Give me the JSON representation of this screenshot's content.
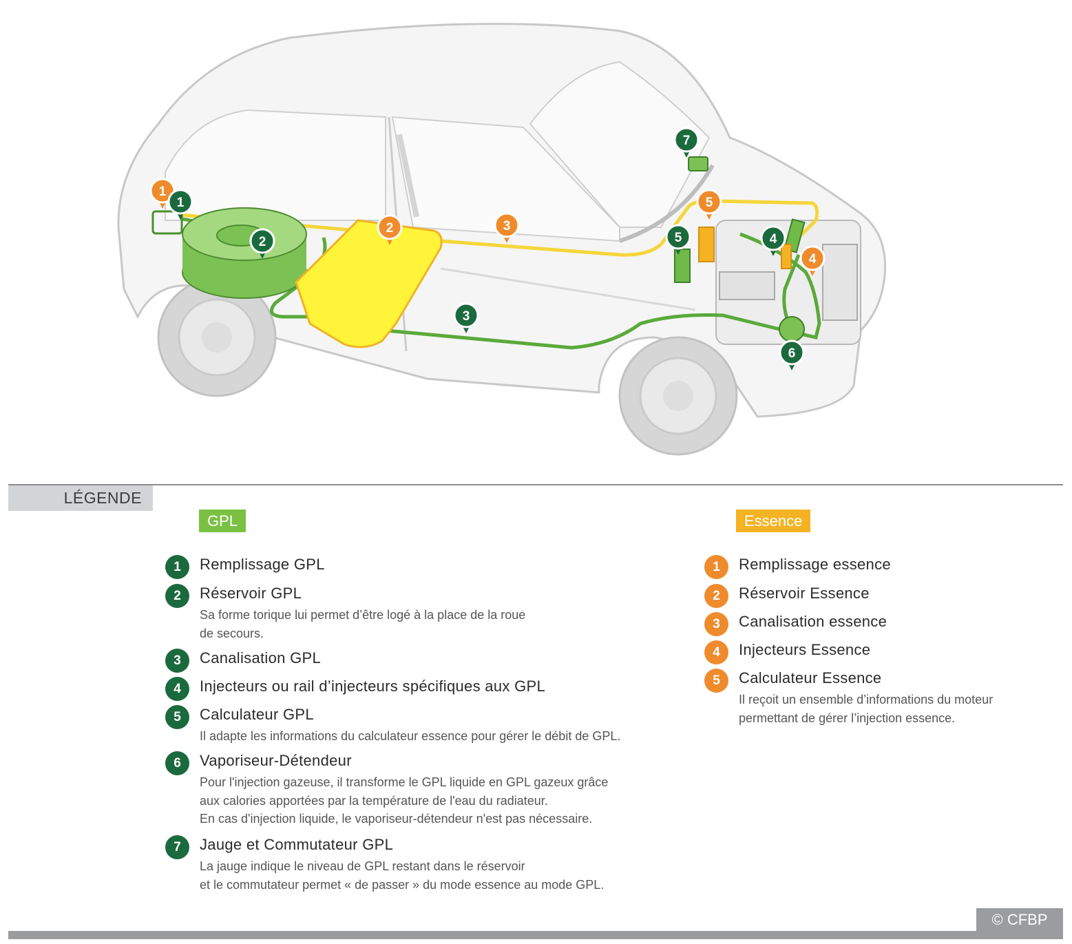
{
  "diagram": {
    "markers_gpl": [
      "1",
      "2",
      "3",
      "4",
      "5",
      "6",
      "7"
    ],
    "markers_essence": [
      "1",
      "2",
      "3",
      "4",
      "5"
    ]
  },
  "legend": {
    "heading": "LÉGENDE",
    "gpl_label": "GPL",
    "essence_label": "Essence",
    "gpl_items": [
      {
        "num": "1",
        "title": "Remplissage GPL",
        "desc": ""
      },
      {
        "num": "2",
        "title": "Réservoir GPL",
        "desc": "Sa forme torique lui permet d’être logé à la place de la roue\nde secours."
      },
      {
        "num": "3",
        "title": "Canalisation GPL",
        "desc": ""
      },
      {
        "num": "4",
        "title": "Injecteurs ou rail d’injecteurs spécifiques aux GPL",
        "desc": ""
      },
      {
        "num": "5",
        "title": "Calculateur GPL",
        "desc": "Il adapte les informations du calculateur essence pour gérer le débit de GPL."
      },
      {
        "num": "6",
        "title": "Vaporiseur-Détendeur",
        "desc": "Pour l'injection gazeuse, il transforme le GPL liquide en GPL gazeux grâce\naux calories apportées par la température de l'eau du radiateur.\nEn cas d'injection liquide, le vaporiseur-détendeur n'est pas nécessaire."
      },
      {
        "num": "7",
        "title": "Jauge et Commutateur GPL",
        "desc": "La jauge indique le niveau de GPL restant dans le réservoir\net le commutateur permet « de passer » du mode essence au mode GPL."
      }
    ],
    "essence_items": [
      {
        "num": "1",
        "title": "Remplissage essence",
        "desc": ""
      },
      {
        "num": "2",
        "title": "Réservoir Essence",
        "desc": ""
      },
      {
        "num": "3",
        "title": "Canalisation essence",
        "desc": ""
      },
      {
        "num": "4",
        "title": "Injecteurs Essence",
        "desc": ""
      },
      {
        "num": "5",
        "title": "Calculateur Essence",
        "desc": "Il reçoit un ensemble d’informations du moteur\npermettant de gérer l’injection essence."
      }
    ]
  },
  "copyright": "© CFBP",
  "colors": {
    "gpl": "#7ac143",
    "gpl_dark": "#1b6a3d",
    "essence": "#f5b324",
    "essence_marker": "#ef8b2c"
  }
}
